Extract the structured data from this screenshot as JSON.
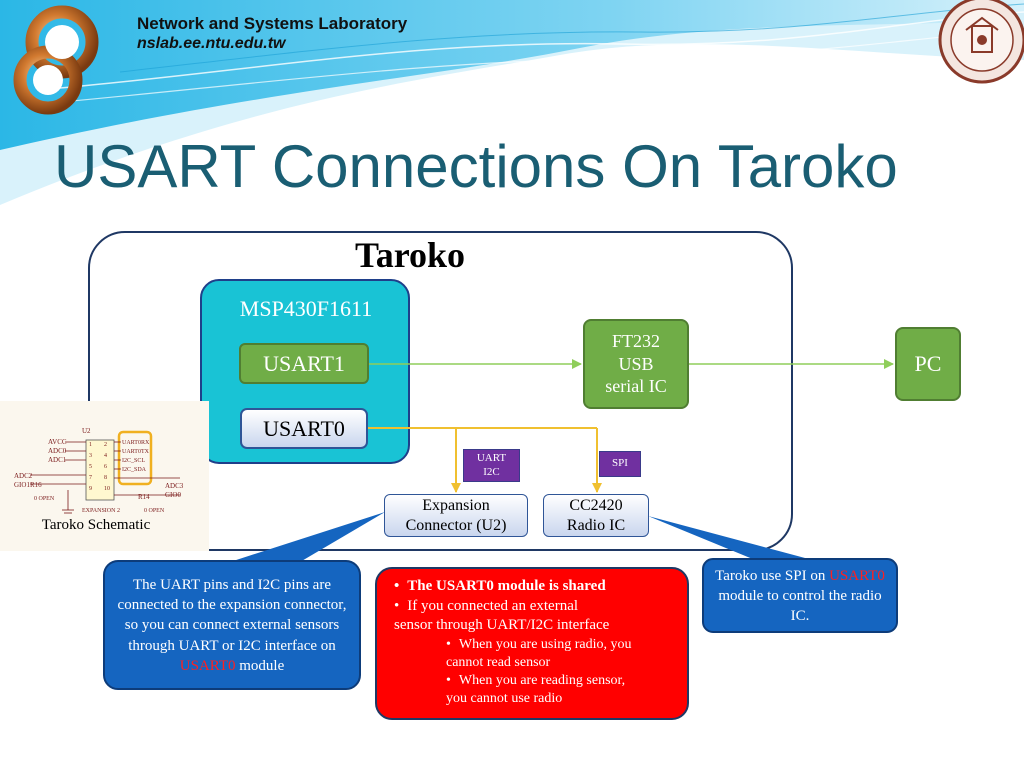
{
  "header": {
    "lab_name": "Network and Systems Laboratory",
    "lab_url": "nslab.ee.ntu.edu.tw",
    "title": "USART Connections On Taroko"
  },
  "diagram": {
    "board_label": "Taroko",
    "mcu_label": "MSP430F1611",
    "usart1_label": "USART1",
    "usart0_label": "USART0",
    "ft232_lines": [
      "FT232",
      "USB",
      "serial IC"
    ],
    "pc_label": "PC",
    "uart_tag_lines": [
      "UART",
      "I2C"
    ],
    "spi_tag": "SPI",
    "expansion_lines": [
      "Expansion",
      "Connector (U2)"
    ],
    "cc2420_lines": [
      "CC2420",
      "Radio IC"
    ],
    "schematic_caption": "Taroko Schematic",
    "schematic": {
      "chip": "U2",
      "left_pins": [
        "AVCC",
        "ADC0",
        "ADC1"
      ],
      "left_extra": [
        "ADC2",
        "GIO1R16"
      ],
      "pin_numbers_left": [
        "1",
        "3",
        "5",
        "7",
        "9"
      ],
      "pin_numbers_right": [
        "2",
        "4",
        "6",
        "8",
        "10"
      ],
      "right_pins": [
        "UART0RX",
        "UART0TX",
        "I2C_SCL",
        "I2C_SDA"
      ],
      "right_extra": [
        "ADC3",
        "GIO0",
        "R14"
      ],
      "open_label": "0 OPEN",
      "footer": "EXPANSION 2"
    }
  },
  "callouts": {
    "left_text": "The UART pins and I2C pins are connected to the expansion connector, so you can connect external sensors through UART or I2C interface on ",
    "left_highlight": "USART0",
    "left_tail": " module",
    "right_text": "Taroko use SPI on ",
    "right_highlight": "USART0",
    "right_tail": " module to control the radio IC.",
    "center": {
      "bullet1": "The USART0 module is shared",
      "bullet2_line1": "If you connected an external",
      "bullet2_line2": "sensor through UART/I2C interface",
      "sub1_line1": "When you are using radio, you",
      "sub1_line2": "cannot read sensor",
      "sub2_line1": "When you are reading sensor,",
      "sub2_line2": "you cannot use radio"
    }
  },
  "colors": {
    "title": "#1a5e73",
    "mcu_fill": "#19c3d5",
    "green": "#70ad47",
    "blue_callout": "#1565c0",
    "red_box": "#ff0000",
    "tag": "#7030a0",
    "bus_yellow": "#f0c030"
  }
}
